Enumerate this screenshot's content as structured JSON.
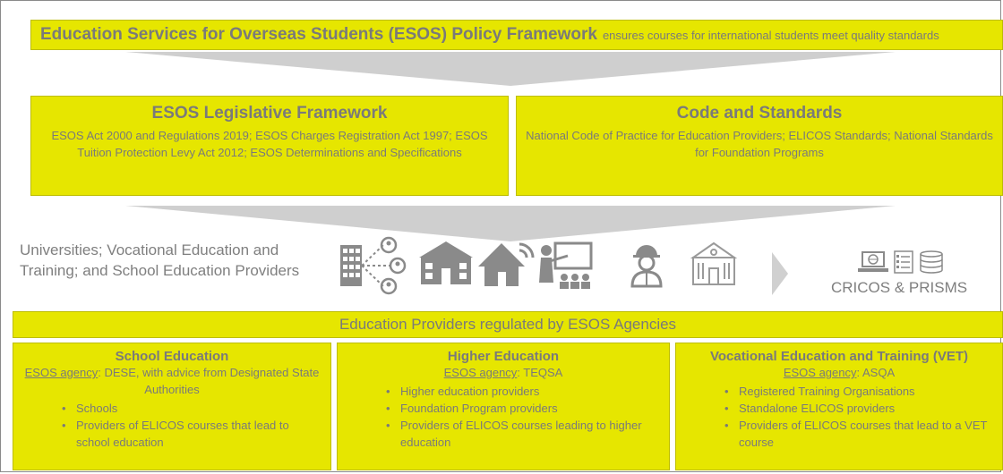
{
  "banner": {
    "title": "Education Services for Overseas Students (ESOS) Policy Framework",
    "subtitle": "ensures courses for international students meet quality standards"
  },
  "legislative": {
    "title": "ESOS Legislative Framework",
    "text": "ESOS Act 2000 and Regulations 2019; ESOS Charges Registration Act 1997; ESOS Tuition Protection Levy Act 2012; ESOS Determinations and Specifications"
  },
  "code": {
    "title": "Code and Standards",
    "text": "National Code of Practice for Education Providers; ELICOS Standards; National Standards for Foundation Programs"
  },
  "providers": {
    "text": "Universities; Vocational Education and Training; and School Education Providers"
  },
  "icons": [
    "building-network-icon",
    "school-icon",
    "house-wifi-icon",
    "teacher-classroom-icon",
    "worker-icon",
    "campus-icon",
    "chevron-right-icon",
    "laptop-icon",
    "checklist-icon",
    "database-icon"
  ],
  "cricos": {
    "label": "CRICOS & PRISMS"
  },
  "regulated": {
    "label": "Education Providers regulated by ESOS Agencies"
  },
  "columns": [
    {
      "title": "School Education",
      "agency_key": "ESOS agency",
      "agency_value": ": DESE, with advice from Designated State Authorities",
      "bullets": [
        "Schools",
        "Providers of ELICOS courses that lead to school education"
      ]
    },
    {
      "title": "Higher Education",
      "agency_key": "ESOS agency",
      "agency_value": ": TEQSA",
      "bullets": [
        "Higher education providers",
        "Foundation Program providers",
        "Providers of ELICOS courses leading to higher education"
      ]
    },
    {
      "title": "Vocational Education and Training (VET)",
      "agency_key": "ESOS agency",
      "agency_value": ": ASQA",
      "bullets": [
        "Registered Training Organisations",
        "Standalone ELICOS providers",
        "Providers of ELICOS courses that lead to a VET course"
      ]
    }
  ],
  "colors": {
    "yellow": "#e6e600",
    "text": "#7a7a7a",
    "arrow": "#cccccc"
  }
}
